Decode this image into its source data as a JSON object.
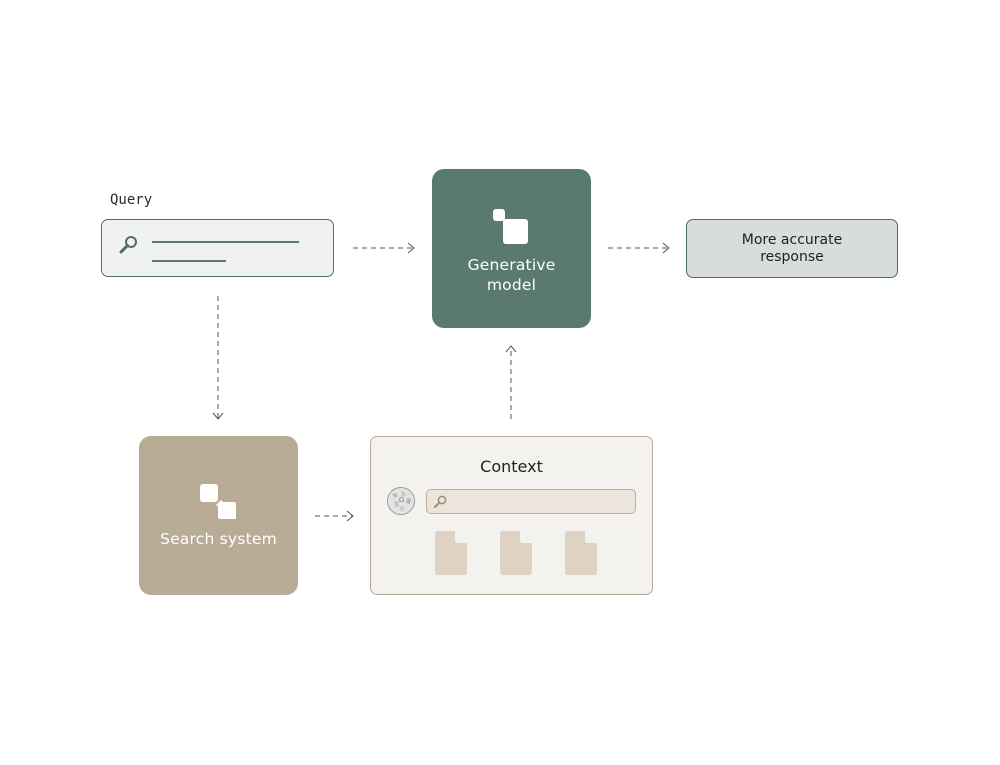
{
  "query": {
    "label": "Query"
  },
  "generative_model": {
    "label": "Generative\nmodel"
  },
  "response": {
    "label": "More accurate\nresponse"
  },
  "search_system": {
    "label": "Search system"
  },
  "context": {
    "title": "Context"
  },
  "colors": {
    "generative_fill": "#5a7a6e",
    "search_fill": "#b9ac97",
    "query_fill": "#eff2f0",
    "response_fill": "#d7ddda",
    "context_fill": "#f4f2ef",
    "doc_fill": "#ded3c3",
    "arrow": "#555555"
  },
  "icons": [
    "search-icon",
    "model-logo-icon",
    "wikipedia-globe-icon",
    "document-icon"
  ]
}
